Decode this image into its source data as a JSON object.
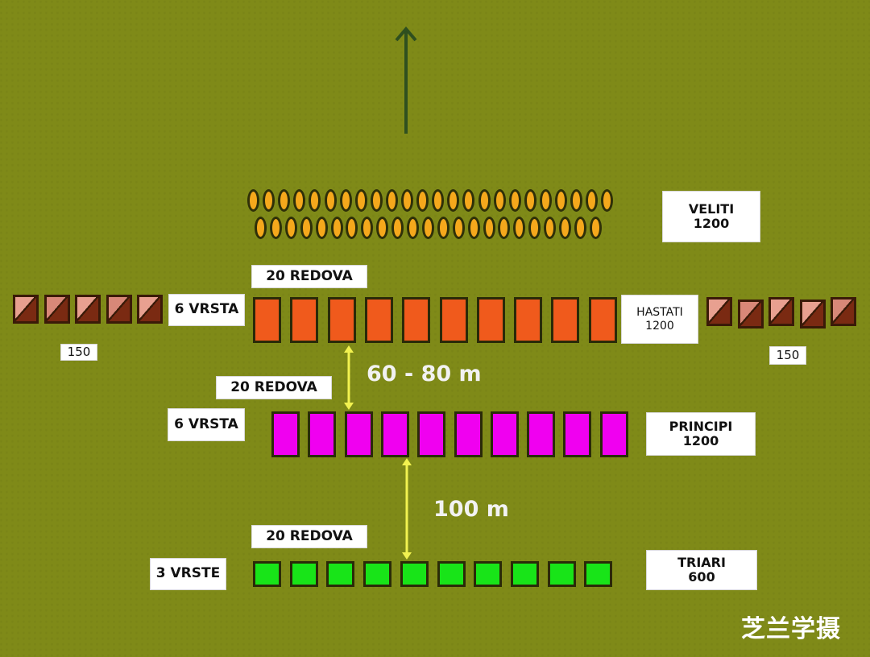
{
  "formation": {
    "veliti": {
      "name": "VELITI",
      "count": "1200",
      "ovals_row1": 24,
      "ovals_row2": 23
    },
    "hastati": {
      "name": "HASTATI",
      "count": "1200",
      "ranks": "6 VRSTA",
      "files": "20  REDOVA",
      "maniples": 10
    },
    "principi": {
      "name": "PRINCIPI",
      "count": "1200",
      "ranks": "6 VRSTA",
      "files": "20  REDOVA",
      "maniples": 10
    },
    "triari": {
      "name": "TRIARI",
      "count": "600",
      "ranks": "3 VRSTE",
      "files": "20  REDOVA",
      "maniples": 10
    },
    "cavalry_left": {
      "count": "150",
      "squadrons": 5
    },
    "cavalry_right": {
      "count": "150",
      "squadrons": 5
    }
  },
  "distances": {
    "hastati_principi": "60 - 80 m",
    "principi_triari": "100 m"
  },
  "watermark": "芝兰学摄",
  "colors": {
    "field": "#7f8a18",
    "hastati": "#f05a1c",
    "principi": "#f000f0",
    "triari": "#18e418",
    "veliti": "#f5a81c",
    "cavalry": "#e8a090",
    "arrow_direction": "#2f4f1f",
    "distance_marker": "#f2f250"
  },
  "icons": {
    "advance": "up-arrow-icon",
    "distance": "double-headed-arrow-icon"
  }
}
